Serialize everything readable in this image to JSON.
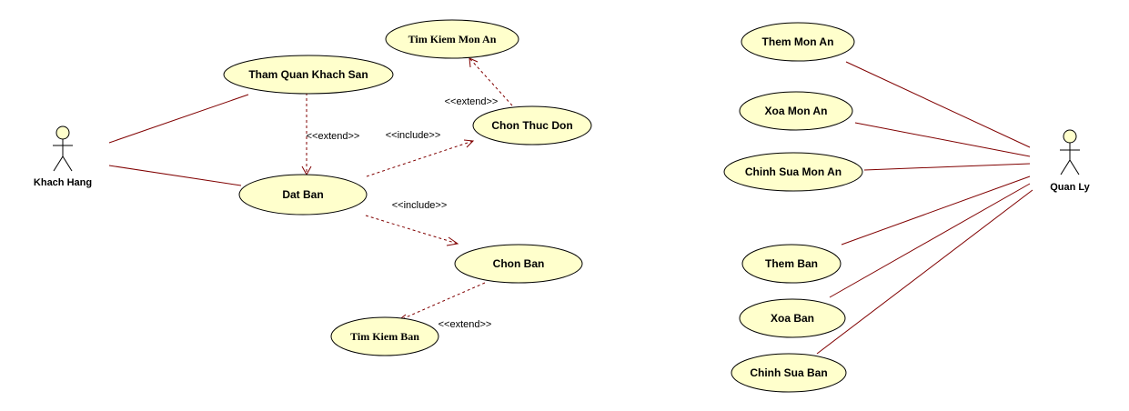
{
  "actors": {
    "khach_hang": "Khach Hang",
    "quan_ly": "Quan Ly"
  },
  "use_cases": {
    "tham_quan_khach_san": "Tham Quan Khach San",
    "tim_kiem_mon_an": "Tim Kiem Mon An",
    "chon_thuc_don": "Chon Thuc Don",
    "dat_ban": "Dat Ban",
    "chon_ban": "Chon Ban",
    "tim_kiem_ban": "Tim Kiem Ban",
    "them_mon_an": "Them Mon An",
    "xoa_mon_an": "Xoa Mon An",
    "chinh_sua_mon_an": "Chinh Sua Mon An",
    "them_ban": "Them Ban",
    "xoa_ban": "Xoa Ban",
    "chinh_sua_ban": "Chinh Sua Ban"
  },
  "stereotypes": {
    "extend_tham_quan": "<<extend>>",
    "extend_tim_mon": "<<extend>>",
    "include_thuc_don": "<<include>>",
    "include_chon_ban": "<<include>>",
    "extend_tim_ban": "<<extend>>"
  },
  "colors": {
    "use_case_fill": "#ffffcc",
    "line": "#800000"
  }
}
